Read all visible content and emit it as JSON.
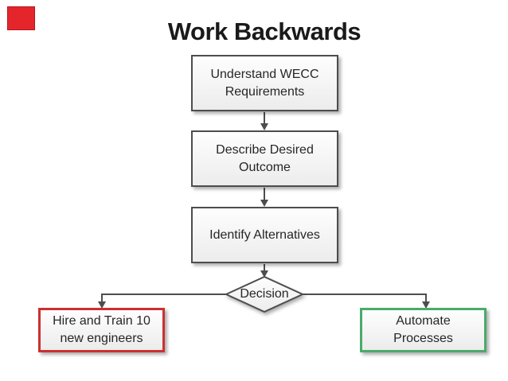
{
  "slide": {
    "title": "Work Backwards"
  },
  "theme": {
    "marker-red": "#e4252c",
    "accent-red": "#cc3030",
    "accent-green": "#4aab6b",
    "line-gray": "#4d4d4d",
    "text-dark": "#262626",
    "box-fill-top": "#fefefe",
    "box-fill-bottom": "#ececec"
  },
  "flowchart": {
    "process_steps": [
      {
        "lines": [
          "Understand WECC",
          "Requirements"
        ]
      },
      {
        "lines": [
          "Describe Desired",
          "Outcome"
        ]
      },
      {
        "lines": [
          "Identify Alternatives"
        ]
      }
    ],
    "decision": {
      "label": "Decision"
    },
    "outcomes": [
      {
        "lines": [
          "Hire and Train 10",
          "new engineers"
        ]
      },
      {
        "lines": [
          "Automate",
          "Processes"
        ]
      }
    ]
  }
}
